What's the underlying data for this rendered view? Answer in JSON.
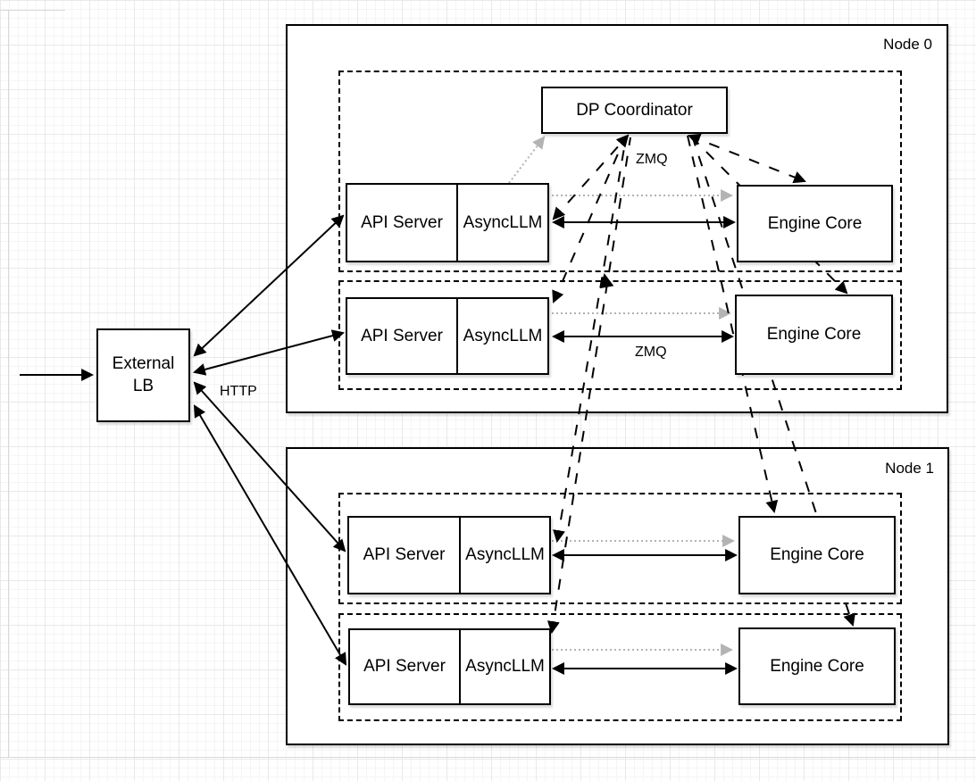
{
  "diagram": {
    "groups": [
      {
        "id": "node0",
        "label": "Node 0"
      },
      {
        "id": "node1",
        "label": "Node 1"
      }
    ],
    "external_lb": {
      "line1": "External",
      "line2": "LB"
    },
    "dp_coordinator": {
      "label": "DP Coordinator"
    },
    "row_boxes": {
      "api_server": "API Server",
      "async_llm": "AsyncLLM",
      "engine_core": "Engine Core"
    },
    "edge_labels": {
      "zmq_coordinator": "ZMQ",
      "zmq_engine": "ZMQ",
      "http": "HTTP"
    },
    "colors": {
      "stroke": "#000000",
      "handshake_dotted": "#b3b3b3",
      "box_fill": "#ffffff"
    },
    "edges": [
      {
        "from": "client",
        "to": "external-lb",
        "style": "solid-arrow"
      },
      {
        "from": "external-lb",
        "to": "api-server-node0-row1",
        "style": "solid",
        "bidirectional": true
      },
      {
        "from": "external-lb",
        "to": "api-server-node0-row2",
        "style": "solid",
        "bidirectional": true
      },
      {
        "from": "external-lb",
        "to": "api-server-node1-row1",
        "style": "solid",
        "bidirectional": true,
        "label": "HTTP"
      },
      {
        "from": "external-lb",
        "to": "api-server-node1-row2",
        "style": "solid",
        "bidirectional": true
      },
      {
        "from": "async-llm-node0-row1",
        "to": "engine-core-node0-row1",
        "style": "solid",
        "bidirectional": true
      },
      {
        "from": "async-llm-node0-row2",
        "to": "engine-core-node0-row2",
        "style": "solid",
        "bidirectional": true,
        "label": "ZMQ"
      },
      {
        "from": "async-llm-node1-row1",
        "to": "engine-core-node1-row1",
        "style": "solid",
        "bidirectional": true
      },
      {
        "from": "async-llm-node1-row2",
        "to": "engine-core-node1-row2",
        "style": "solid",
        "bidirectional": true
      },
      {
        "from": "async-llm-node0-row1",
        "to": "dp-coordinator",
        "style": "dotted-gray"
      },
      {
        "from": "async-llm-node0-row1",
        "to": "engine-core-node0-row1",
        "style": "dotted-gray"
      },
      {
        "from": "async-llm-node0-row2",
        "to": "engine-core-node0-row2",
        "style": "dotted-gray"
      },
      {
        "from": "async-llm-node1-row1",
        "to": "engine-core-node1-row1",
        "style": "dotted-gray"
      },
      {
        "from": "async-llm-node1-row2",
        "to": "engine-core-node1-row2",
        "style": "dotted-gray"
      },
      {
        "from": "dp-coordinator",
        "to": "async-llm-node0-row1",
        "style": "dashed",
        "bidirectional": true,
        "label": "ZMQ"
      },
      {
        "from": "dp-coordinator",
        "to": "async-llm-node0-row2",
        "style": "dashed"
      },
      {
        "from": "dp-coordinator",
        "to": "async-llm-node1-row1",
        "style": "dashed"
      },
      {
        "from": "dp-coordinator",
        "to": "async-llm-node1-row2",
        "style": "dashed"
      },
      {
        "from": "dp-coordinator",
        "to": "engine-core-node0-row1",
        "style": "dashed",
        "bidirectional": true
      },
      {
        "from": "dp-coordinator",
        "to": "engine-core-node0-row2",
        "style": "dashed"
      },
      {
        "from": "dp-coordinator",
        "to": "engine-core-node1-row1",
        "style": "dashed"
      },
      {
        "from": "dp-coordinator",
        "to": "engine-core-node1-row2",
        "style": "dashed"
      }
    ]
  }
}
